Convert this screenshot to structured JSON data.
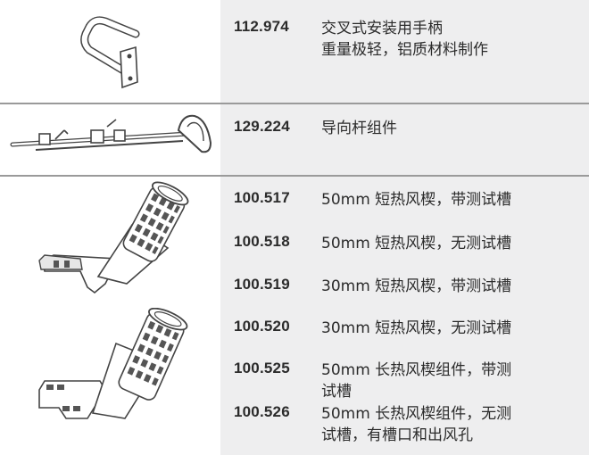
{
  "groups": [
    {
      "image": "handle-icon",
      "items": [
        {
          "code": "112.974",
          "desc_lines": [
            "交叉式安装用手柄",
            "重量极轻，铝质材料制作"
          ]
        }
      ]
    },
    {
      "image": "guide-rod-icon",
      "items": [
        {
          "code": "129.224",
          "desc_lines": [
            "导向杆组件"
          ]
        }
      ]
    },
    {
      "image": "short-nozzle-icon",
      "items": [
        {
          "code": "100.517",
          "desc_lines": [
            "50mm 短热风楔，带测试槽"
          ]
        },
        {
          "code": "100.518",
          "desc_lines": [
            "50mm 短热风楔，无测试槽"
          ]
        },
        {
          "code": "100.519",
          "desc_lines": [
            "30mm 短热风楔，带测试槽"
          ]
        },
        {
          "code": "100.520",
          "desc_lines": [
            "30mm 短热风楔，无测试槽"
          ]
        }
      ]
    },
    {
      "image": "long-nozzle-icon",
      "items": [
        {
          "code": "100.525",
          "desc_lines": [
            "50mm 长热风楔组件，带测",
            "试槽"
          ]
        },
        {
          "code": "100.526",
          "desc_lines": [
            "50mm 长热风楔组件，无测",
            "试槽，有槽口和出风孔"
          ]
        }
      ]
    }
  ],
  "colors": {
    "info_bg": "#eeeeef",
    "rule": "#9a9a9a",
    "text": "#2b2b2b"
  }
}
